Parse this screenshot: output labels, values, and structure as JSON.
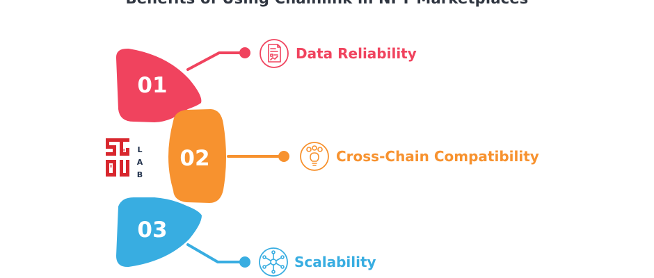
{
  "title": "Benefits of Using Chainlink in NFT Marketplaces",
  "logo": {
    "letters": [
      "L",
      "A",
      "B"
    ],
    "color": "#d8272e"
  },
  "items": [
    {
      "number": "01",
      "label": "Data Reliability",
      "color": "#f0435e",
      "icon": "document-analytics-icon"
    },
    {
      "number": "02",
      "label": "Cross-Chain Compatibility",
      "color": "#f7922f",
      "icon": "network-bulb-icon"
    },
    {
      "number": "03",
      "label": "Scalability",
      "color": "#38ade1",
      "icon": "network-hub-icon"
    }
  ]
}
